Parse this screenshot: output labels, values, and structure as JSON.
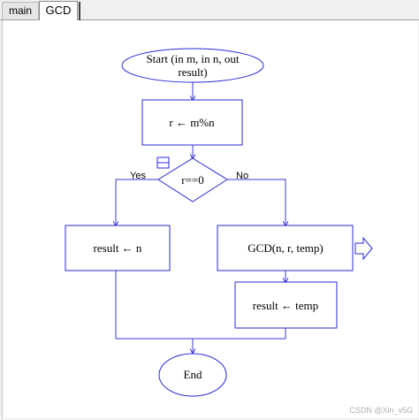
{
  "tabs": [
    {
      "label": "main"
    },
    {
      "label": "GCD"
    }
  ],
  "flowchart": {
    "start_line1": "Start (in m, in n, out",
    "start_line2": "result)",
    "assign_r": "r ← m%n",
    "condition": "r==0",
    "yes_label": "Yes",
    "no_label": "No",
    "result_n": "result ← n",
    "call_gcd": "GCD(n, r, temp)",
    "result_temp": "result ← temp",
    "end": "End"
  },
  "colors": {
    "shape_stroke": "#2a2ad8",
    "connector": "#3a3ad0"
  },
  "watermark": "CSDN @Xin_v5G"
}
